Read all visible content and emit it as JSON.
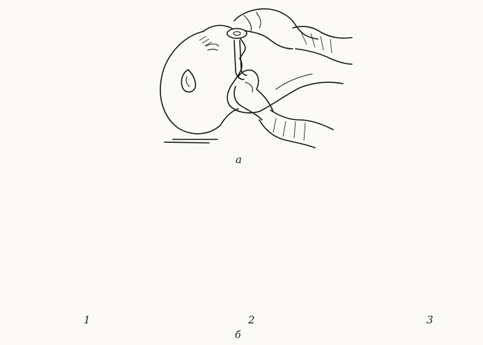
{
  "labels": {
    "panel_a": "а",
    "panel_b": "б",
    "step_1": "1",
    "step_2": "2",
    "step_3": "3"
  },
  "colors": {
    "ink": "#161616",
    "paper": "#fbfaf7"
  }
}
